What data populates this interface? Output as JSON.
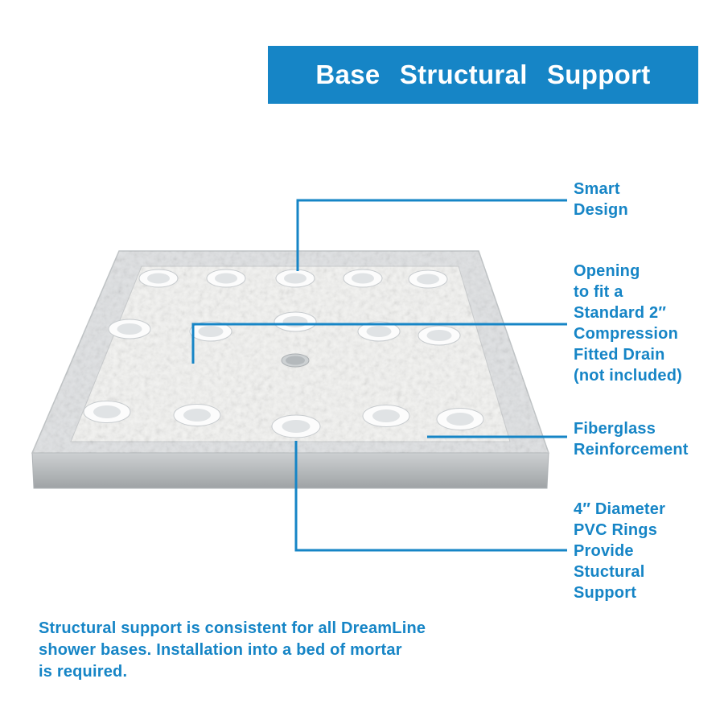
{
  "banner": {
    "title": "Base Structural Support"
  },
  "callouts": [
    {
      "label": "Smart\nDesign"
    },
    {
      "label": "Opening\nto fit a\nStandard 2″\nCompression\nFitted Drain\n(not included)"
    },
    {
      "label": "Fiberglass\nReinforcement"
    },
    {
      "label": "4″ Diameter\nPVC Rings\nProvide\nStuctural\nSupport"
    }
  ],
  "footer": {
    "text": "Structural support is consistent for all DreamLine\nshower bases. Installation into a bed of mortar\nis required."
  },
  "colors": {
    "accent": "#1685c6",
    "banner_text": "#ffffff"
  }
}
